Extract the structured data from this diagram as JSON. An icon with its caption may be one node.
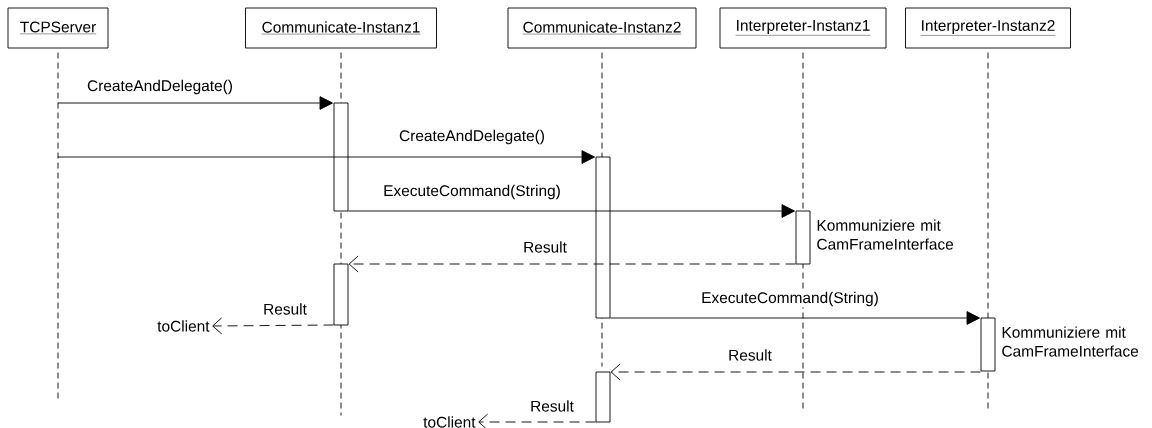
{
  "diagram": {
    "nodes": [
      {
        "text": [
          "TCPServer"
        ]
      },
      {
        "text": [
          "Communicate-Instanz1"
        ]
      },
      {
        "text": [
          "Communicate-Instanz2"
        ]
      },
      {
        "text": [
          "Interpreter-Instanz1"
        ]
      },
      {
        "text": [
          "Interpreter-Instanz2"
        ]
      },
      {
        "text": [],
        "shape": "line"
      },
      {
        "text": [],
        "shape": "line"
      },
      {
        "text": [],
        "shape": "line"
      },
      {
        "text": [],
        "shape": "line"
      },
      {
        "text": [],
        "shape": "line"
      },
      {
        "text": [],
        "shape": "bar"
      },
      {
        "text": [],
        "shape": "bar"
      },
      {
        "text": [],
        "shape": "bar",
        "beside": [
          "Kommuniziere mit CamFrameInterface"
        ]
      },
      {
        "text": [],
        "shape": "bar"
      },
      {
        "text": [
          "toClient"
        ]
      },
      {
        "text": [],
        "shape": "bar",
        "beside": [
          "Kommuniziere mit CamFrameInterface"
        ]
      },
      {
        "text": [],
        "shape": "bar"
      },
      {
        "text": [
          "toClient"
        ]
      }
    ],
    "edges": [
      {
        "from": 5,
        "to": 10,
        "arrow": "to",
        "label": "CreateAndDelegate()"
      },
      {
        "from": 5,
        "to": 11,
        "arrow": "to",
        "label": "CreateAndDelegate()"
      },
      {
        "from": 10,
        "to": 12,
        "arrow": "to",
        "label": "ExecuteCommand(String)"
      },
      {
        "from": 12,
        "to": 13,
        "arrow": "to",
        "label": "Result",
        "style": "dashed"
      },
      {
        "from": 13,
        "to": 14,
        "arrow": "to",
        "label": "Result",
        "style": "dashed"
      },
      {
        "from": 11,
        "to": 15,
        "arrow": "to",
        "label": "ExecuteCommand(String)"
      },
      {
        "from": 15,
        "to": 16,
        "arrow": "to",
        "label": "Result",
        "style": "dashed"
      },
      {
        "from": 16,
        "to": 17,
        "arrow": "to",
        "label": "Result",
        "style": "dashed"
      }
    ]
  }
}
